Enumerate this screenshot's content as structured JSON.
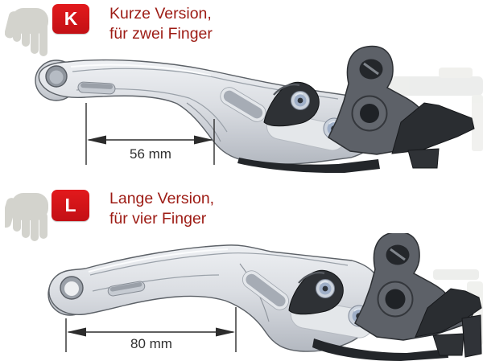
{
  "page": {
    "background": "#ffffff"
  },
  "colors": {
    "badge_red_top": "#e2191c",
    "badge_red_bottom": "#c31015",
    "title_text": "#9d1b14",
    "dimension_text": "#303030",
    "hand_gray": "#d3d3cd"
  },
  "sections": [
    {
      "id": "short-version",
      "hand_icon": "hand-two-fingers-icon",
      "badge_letter": "K",
      "title_line1": "Kurze Version,",
      "title_line2": "für zwei Finger",
      "lever_illustration": "short-lever",
      "dimension_label": "56 mm"
    },
    {
      "id": "long-version",
      "hand_icon": "hand-four-fingers-icon",
      "badge_letter": "L",
      "title_line1": "Lange Version,",
      "title_line2": "für vier Finger",
      "lever_illustration": "long-lever",
      "dimension_label": "80 mm"
    }
  ]
}
